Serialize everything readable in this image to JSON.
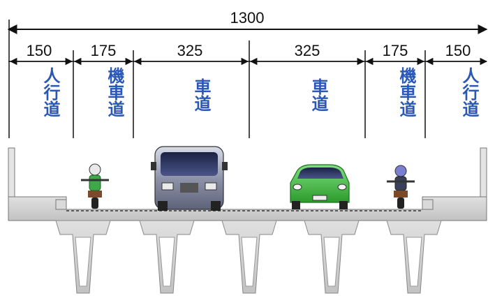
{
  "total": {
    "value": "1300"
  },
  "segments": [
    {
      "width": "150",
      "label": "人行道"
    },
    {
      "width": "175",
      "label": "機車道"
    },
    {
      "width": "325",
      "label": "車道"
    },
    {
      "width": "325",
      "label": "車道"
    },
    {
      "width": "175",
      "label": "機車道"
    },
    {
      "width": "150",
      "label": "人行道"
    }
  ],
  "colors": {
    "label_blue": "#2a58b8",
    "concrete": "#d2d2d2",
    "truck_body": "#8a8fa6",
    "car_body": "#3fb43f",
    "rider_jacket": "#3fa94a"
  }
}
